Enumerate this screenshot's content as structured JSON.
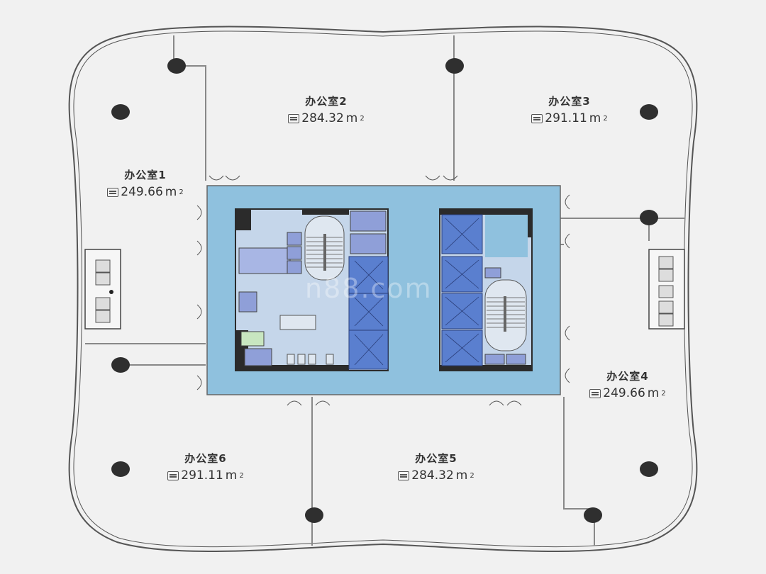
{
  "plan": {
    "colors": {
      "background": "#f1f1f1",
      "core_fill": "#8fc1de",
      "core_inner": "#c5d6ea",
      "elevator": "#5a7fcf",
      "wall": "#2b2b2b",
      "column": "#2f2f2f",
      "outline": "#555555"
    },
    "rooms": [
      {
        "id": "room-1",
        "name": "办公室1",
        "area": "249.66",
        "unit": "m",
        "unit_sup": "2"
      },
      {
        "id": "room-2",
        "name": "办公室2",
        "area": "284.32",
        "unit": "m",
        "unit_sup": "2"
      },
      {
        "id": "room-3",
        "name": "办公室3",
        "area": "291.11",
        "unit": "m",
        "unit_sup": "2"
      },
      {
        "id": "room-4",
        "name": "办公室4",
        "area": "249.66",
        "unit": "m",
        "unit_sup": "2"
      },
      {
        "id": "room-5",
        "name": "办公室5",
        "area": "284.32",
        "unit": "m",
        "unit_sup": "2"
      },
      {
        "id": "room-6",
        "name": "办公室6",
        "area": "291.11",
        "unit": "m",
        "unit_sup": "2"
      }
    ],
    "watermark": "n88.com",
    "icons": {
      "area": "floor-area-icon",
      "column": "column-icon",
      "elevator": "elevator-icon",
      "stair": "stair-icon",
      "door": "door-swing-icon",
      "ac_unit": "ac-unit-icon"
    }
  }
}
